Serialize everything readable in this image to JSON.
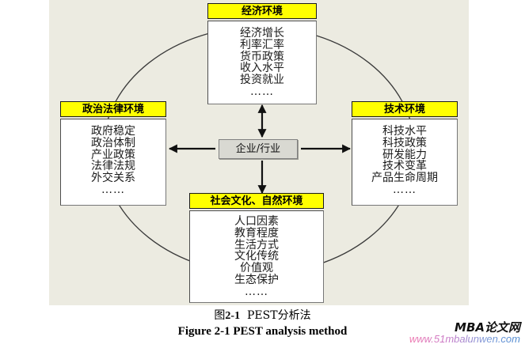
{
  "diagram": {
    "center": {
      "label": "企业/行业"
    },
    "boxes": [
      {
        "key": "economic",
        "title": "经济环境",
        "items": [
          "经济增长",
          "利率汇率",
          "货币政策",
          "收入水平",
          "投资就业",
          "……"
        ]
      },
      {
        "key": "political-legal",
        "title": "政治法律环境",
        "items": [
          "政府稳定",
          "政治体制",
          "产业政策",
          "法律法规",
          "外交关系",
          "……"
        ]
      },
      {
        "key": "technological",
        "title": "技术环境",
        "items": [
          "科技水平",
          "科技政策",
          "研发能力",
          "技术变革",
          "产品生命周期",
          "……"
        ]
      },
      {
        "key": "social-cultural-natural",
        "title": "社会文化、自然环境",
        "items": [
          "人口因素",
          "教育程度",
          "生活方式",
          "文化传统",
          "价值观",
          "生态保护",
          "……"
        ]
      }
    ],
    "colors": {
      "panel_background": "#ecebe1",
      "header_fill": "#ffff00",
      "body_fill": "#ffffff",
      "center_fill": "#d9d9d2",
      "stroke": "#1a1a1a"
    }
  },
  "caption": {
    "chinese_prefix": "图",
    "chinese_number": "2-1",
    "chinese_rest": "PEST分析法",
    "english": "Figure 2-1  PEST analysis method"
  },
  "watermark": {
    "brand": "MBA论文网",
    "url": "www.51mbalunwen.com"
  }
}
